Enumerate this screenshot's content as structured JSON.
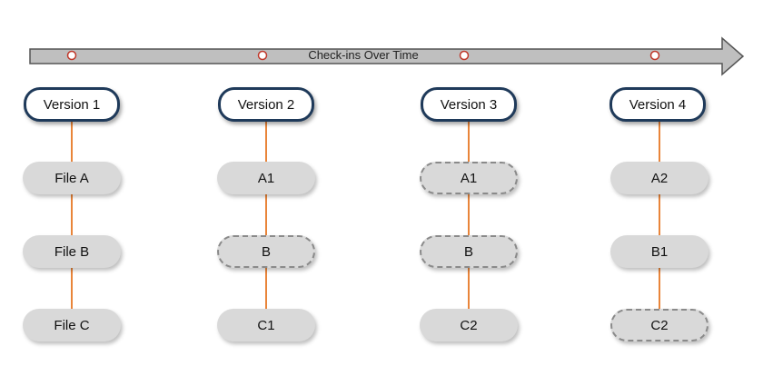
{
  "timeline": {
    "label": "Check-ins Over Time"
  },
  "versions": [
    {
      "label": "Version 1",
      "files": [
        {
          "label": "File A",
          "unchanged": false
        },
        {
          "label": "File B",
          "unchanged": false
        },
        {
          "label": "File C",
          "unchanged": false
        }
      ]
    },
    {
      "label": "Version 2",
      "files": [
        {
          "label": "A1",
          "unchanged": false
        },
        {
          "label": "B",
          "unchanged": true
        },
        {
          "label": "C1",
          "unchanged": false
        }
      ]
    },
    {
      "label": "Version 3",
      "files": [
        {
          "label": "A1",
          "unchanged": true
        },
        {
          "label": "B",
          "unchanged": true
        },
        {
          "label": "C2",
          "unchanged": false
        }
      ]
    },
    {
      "label": "Version 4",
      "files": [
        {
          "label": "A2",
          "unchanged": false
        },
        {
          "label": "B1",
          "unchanged": false
        },
        {
          "label": "C2",
          "unchanged": true
        }
      ]
    }
  ],
  "colors": {
    "arrow_fill": "#bfbfbf",
    "arrow_stroke": "#555555",
    "marker": "#c0392b",
    "version_border": "#1f3a5a",
    "connector": "#e9853a",
    "file_fill": "#d9d9d9"
  }
}
